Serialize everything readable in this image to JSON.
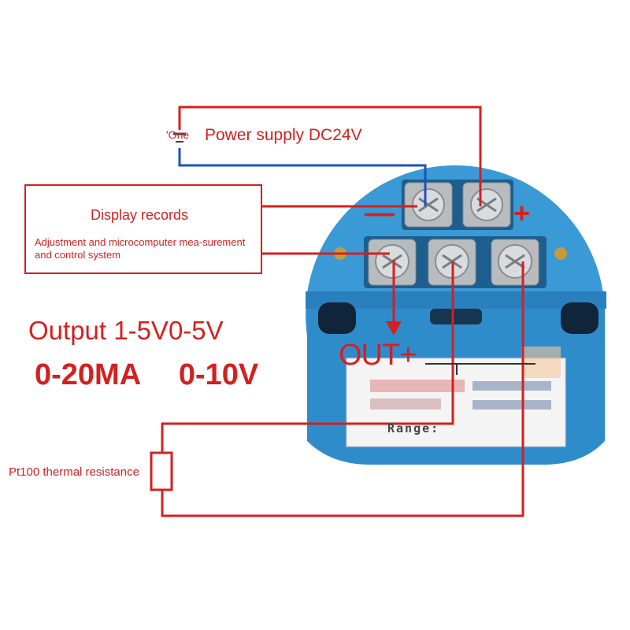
{
  "labels": {
    "one": "'One",
    "power_supply": "Power supply DC24V",
    "display_records": "Display records",
    "adjustment": "Adjustment and microcomputer mea-surement and control system",
    "output": "Output 1-5V0-5V",
    "range_values": "0-20MA  0-10V",
    "pt100": "Pt100 thermal resistance",
    "out_plus": "OUT+",
    "minus": "—",
    "plus": "+",
    "plate_range": "Range:"
  },
  "colors": {
    "device_blue": "#3a9ad6",
    "device_blue_dark": "#1f6fa8",
    "wire_red": "#d42020",
    "wire_blue": "#2050c0",
    "screw_metal": "#c8c8c8"
  },
  "icons": {
    "screw": "screw-terminal-icon",
    "resistor": "resistor-icon"
  }
}
